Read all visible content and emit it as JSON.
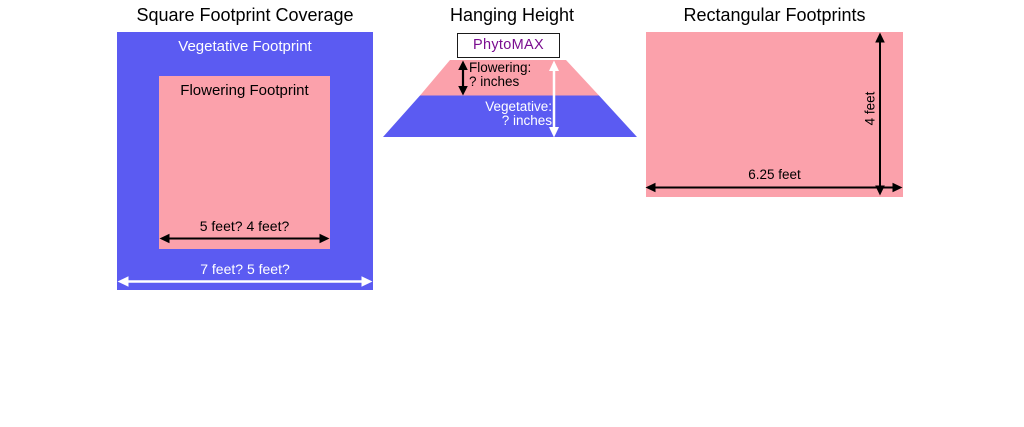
{
  "diagram": {
    "square_coverage": {
      "title": "Square Footprint Coverage",
      "vegetative_label": "Vegetative Footprint",
      "flowering_label": "Flowering Footprint",
      "flowering_dimension": "5 feet? 4 feet?",
      "vegetative_dimension": "7 feet? 5 feet?"
    },
    "hanging_height": {
      "title": "Hanging Height",
      "light_name": "PhytoMAX",
      "flowering_label": "Flowering:",
      "flowering_value": "? inches",
      "vegetative_label": "Vegetative:",
      "vegetative_value": "? inches"
    },
    "rectangular_footprints": {
      "title": "Rectangular Footprints",
      "width_dimension": "6.25 feet",
      "height_dimension": "4 feet"
    },
    "colors": {
      "vegetative_blue": "#5B5BF2",
      "flowering_pink": "#FBA1AB",
      "phytomax_purple": "#7A0D8F",
      "arrow_black": "#000000",
      "arrow_white": "#ffffff"
    }
  }
}
